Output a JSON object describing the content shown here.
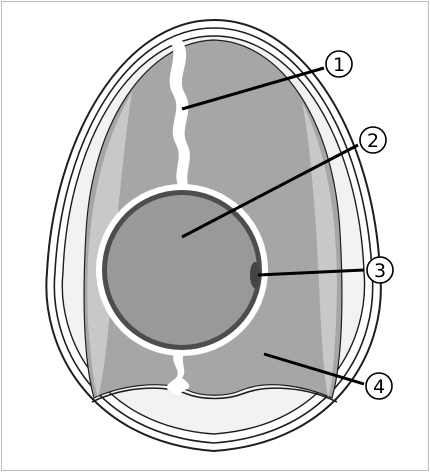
{
  "diagram": {
    "labels": [
      {
        "id": 1,
        "text": "1"
      },
      {
        "id": 2,
        "text": "2"
      },
      {
        "id": 3,
        "text": "3"
      },
      {
        "id": 4,
        "text": "4"
      }
    ],
    "colors": {
      "outline": "#1e1e1e",
      "albumen": "#a6a6a6",
      "yolk": "#999999",
      "yolk_membrane": "#4d4d4d",
      "light_band": "#f2f2f2",
      "shell": "#ffffff",
      "background": "#ffffff"
    }
  }
}
